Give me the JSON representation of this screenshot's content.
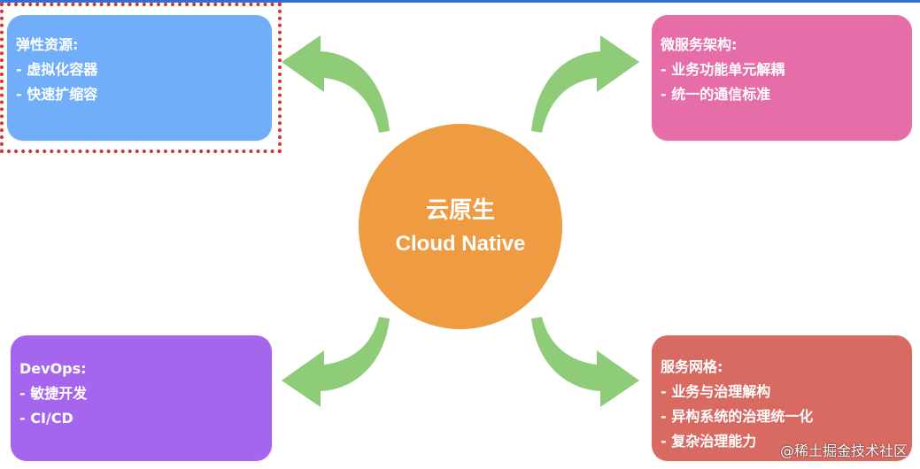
{
  "colors": {
    "top_left_box": "#70aef9",
    "top_right_box": "#e66da8",
    "bottom_left_box": "#a665ed",
    "bottom_right_box": "#d96a62",
    "center_circle": "#ef9b42",
    "arrow": "#8fcc78",
    "selection_border": "#d0342c"
  },
  "center": {
    "title_zh": "云原生",
    "title_en": "Cloud Native"
  },
  "boxes": {
    "top_left": {
      "title": "弹性资源:",
      "items": [
        "- 虚拟化容器",
        "- 快速扩缩容"
      ]
    },
    "top_right": {
      "title": "微服务架构:",
      "items": [
        "- 业务功能单元解耦",
        "- 统一的通信标准"
      ]
    },
    "bottom_left": {
      "title": "DevOps:",
      "items": [
        "- 敏捷开发",
        "- CI/CD"
      ]
    },
    "bottom_right": {
      "title": "服务网格:",
      "items": [
        "- 业务与治理解构",
        "- 异构系统的治理统一化",
        "- 复杂治理能力"
      ]
    }
  },
  "watermark": "@稀土掘金技术社区"
}
